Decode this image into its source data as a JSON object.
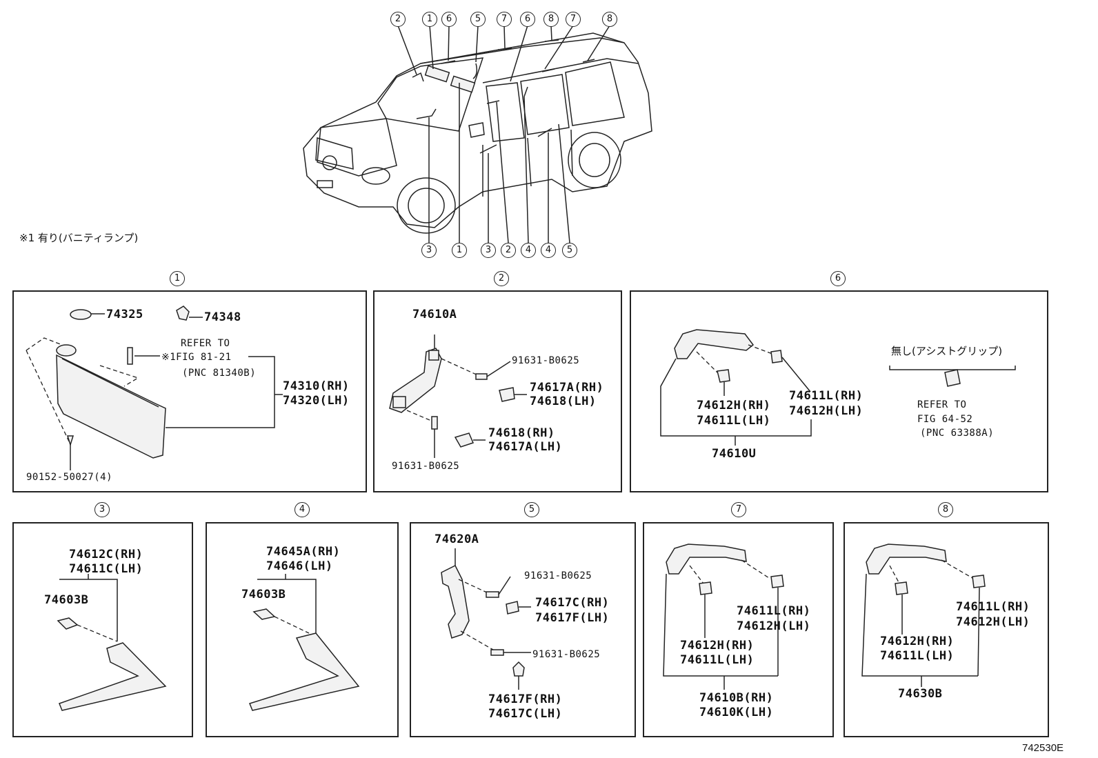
{
  "note": "※1 有り(バニティランプ)",
  "figure_number": "742530E",
  "car_callouts": {
    "top": [
      "2",
      "1",
      "6",
      "5",
      "7",
      "6",
      "8",
      "7",
      "8"
    ],
    "bottom": [
      "3",
      "1",
      "3",
      "2",
      "4",
      "4",
      "5"
    ]
  },
  "panels": [
    {
      "number": "1",
      "parts": {
        "p74325": "74325",
        "p74348": "74348",
        "refer_1": "REFER TO",
        "refer_2": "※1FIG 81-21",
        "refer_3": "(PNC 81340B)",
        "visor_rh": "74310(RH)",
        "visor_lh": "74320(LH)",
        "screw": "90152-50027(4)"
      }
    },
    {
      "number": "2",
      "parts": {
        "grip": "74610A",
        "screw_top": "91631-B0625",
        "cap1_rh": "74617A(RH)",
        "cap1_lh": "74618(LH)",
        "cap2_rh": "74618(RH)",
        "cap2_lh": "74617A(LH)",
        "screw_bottom": "91631-B0625"
      }
    },
    {
      "number": "6",
      "parts": {
        "bracket_a_rh": "74612H(RH)",
        "bracket_a_lh": "74611L(LH)",
        "bracket_b_rh": "74611L(RH)",
        "bracket_b_lh": "74612H(LH)",
        "assy": "74610U",
        "without": "無し(アシストグリップ)",
        "refer_1": "REFER TO",
        "refer_2": "FIG 64-52",
        "refer_3": "(PNC 63388A)"
      }
    },
    {
      "number": "3",
      "parts": {
        "garnish_rh": "74612C(RH)",
        "garnish_lh": "74611C(LH)",
        "clip": "74603B"
      }
    },
    {
      "number": "4",
      "parts": {
        "garnish_rh": "74645A(RH)",
        "garnish_lh": "74646(LH)",
        "clip": "74603B"
      }
    },
    {
      "number": "5",
      "parts": {
        "grip": "74620A",
        "screw_top": "91631-B0625",
        "cap1_rh": "74617C(RH)",
        "cap1_lh": "74617F(LH)",
        "screw_bottom": "91631-B0625",
        "cap2_rh": "74617F(RH)",
        "cap2_lh": "74617C(LH)"
      }
    },
    {
      "number": "7",
      "parts": {
        "bracket_b_rh": "74611L(RH)",
        "bracket_b_lh": "74612H(LH)",
        "bracket_a_rh": "74612H(RH)",
        "bracket_a_lh": "74611L(LH)",
        "assy_rh": "74610B(RH)",
        "assy_lh": "74610K(LH)"
      }
    },
    {
      "number": "8",
      "parts": {
        "bracket_b_rh": "74611L(RH)",
        "bracket_b_lh": "74612H(LH)",
        "bracket_a_rh": "74612H(RH)",
        "bracket_a_lh": "74611L(LH)",
        "assy": "74630B"
      }
    }
  ]
}
